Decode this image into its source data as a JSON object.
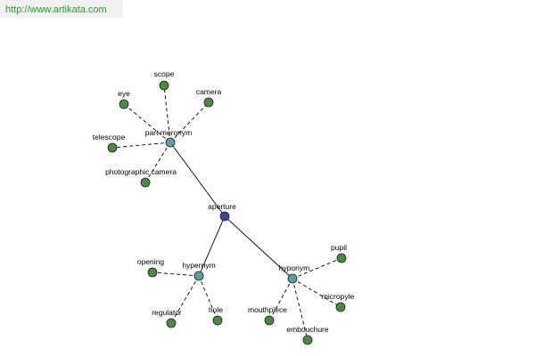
{
  "site": {
    "url": "http://www.artikata.com"
  },
  "colors": {
    "root": "#35479a",
    "relation": "#5aa0a3",
    "leaf": "#4a8a44",
    "edge": "#000000"
  },
  "graph": {
    "root": "aperture",
    "relations": [
      {
        "id": "part-meronym",
        "label": "part meronym",
        "leaves": [
          "eye",
          "scope",
          "camera",
          "telescope",
          "photographic camera"
        ]
      },
      {
        "id": "hypernym",
        "label": "hypernym",
        "leaves": [
          "opening",
          "regulator",
          "hole"
        ]
      },
      {
        "id": "hyponym",
        "label": "hyponym",
        "leaves": [
          "pupil",
          "micropyle",
          "mouthpiece",
          "embouchure"
        ]
      }
    ]
  }
}
